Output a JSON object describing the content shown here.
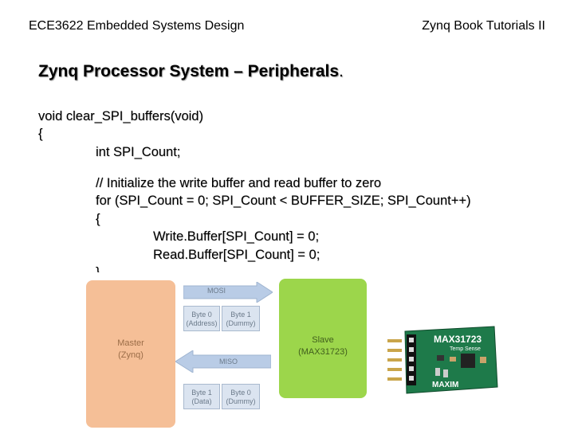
{
  "header": {
    "left": "ECE3622 Embedded Systems Design",
    "right": "Zynq Book Tutorials II"
  },
  "slide": {
    "title": "Zynq Processor System – Peripherals",
    "title_end": "."
  },
  "code": [
    "void clear_SPI_buffers(void)",
    "{",
    "int SPI_Count;",
    "// Initialize the write buffer and read buffer to zero",
    "for (SPI_Count = 0; SPI_Count < BUFFER_SIZE; SPI_Count++)",
    "{",
    "Write.Buffer[SPI_Count] = 0;",
    "Read.Buffer[SPI_Count] = 0;",
    "}"
  ],
  "diagram": {
    "master_line1": "Master",
    "master_line2": "(Zynq)",
    "slave_line1": "Slave",
    "slave_line2": "(MAX31723)",
    "mosi": "MOSI",
    "miso": "MISO",
    "mosi_bytes": [
      {
        "line1": "Byte 0",
        "line2": "(Address)"
      },
      {
        "line1": "Byte 1",
        "line2": "(Dummy)"
      }
    ],
    "miso_bytes": [
      {
        "line1": "Byte 1",
        "line2": "(Data)"
      },
      {
        "line1": "Byte 0",
        "line2": "(Dummy)"
      }
    ]
  },
  "board": {
    "chip": "MAX31723",
    "sub": "Temp Sense",
    "logo": "MAXIM"
  },
  "colors": {
    "master": "#f5bf97",
    "slave": "#9cd64b",
    "arrow": "#b9cce6",
    "byte_box": "#dbe4f0",
    "board": "#1e7a4a"
  }
}
